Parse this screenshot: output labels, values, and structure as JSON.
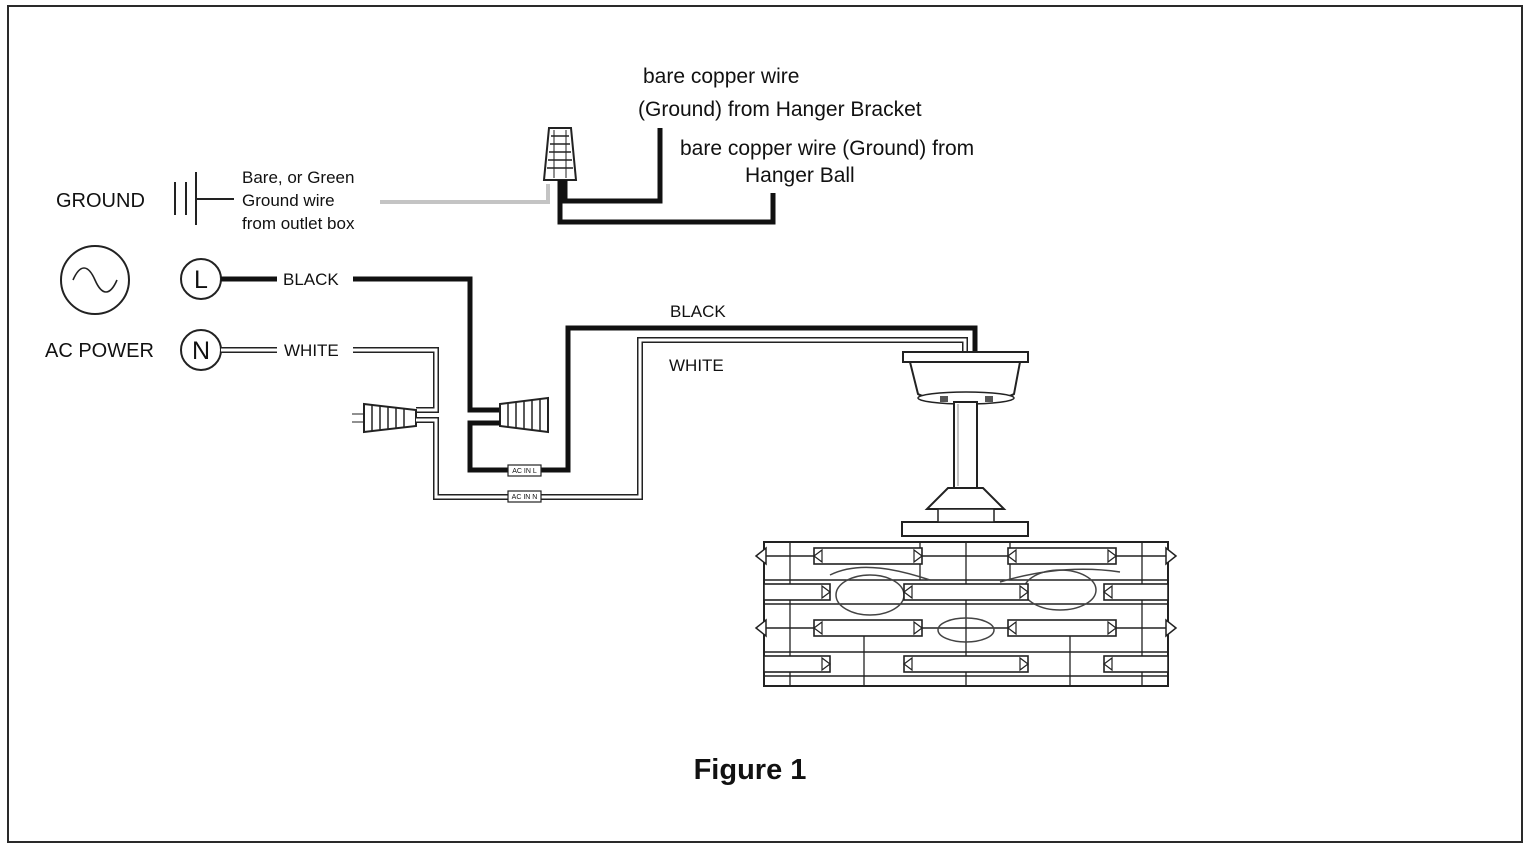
{
  "labels": {
    "ground": "GROUND",
    "ground_wire_line1": "Bare, or Green",
    "ground_wire_line2": "Ground wire",
    "ground_wire_line3": "from outlet box",
    "ac_power": "AC POWER",
    "live_terminal": "L",
    "neutral_terminal": "N",
    "supply_black": "BLACK",
    "supply_white": "WHITE",
    "fan_black": "BLACK",
    "fan_white": "WHITE",
    "bracket_line1": "bare copper wire",
    "bracket_line2": "(Ground) from Hanger Bracket",
    "ball_line1": "bare copper wire (Ground) from",
    "ball_line2": "Hanger Ball",
    "connector_ac_in_l": "AC IN L",
    "connector_ac_in_n": "AC IN N",
    "figure_caption": "Figure 1"
  },
  "colors": {
    "hot_wire": "#111111",
    "neutral_wire": "#ffffff",
    "ground_wire": "#c4c4c4",
    "outline": "#2a2a2a"
  }
}
